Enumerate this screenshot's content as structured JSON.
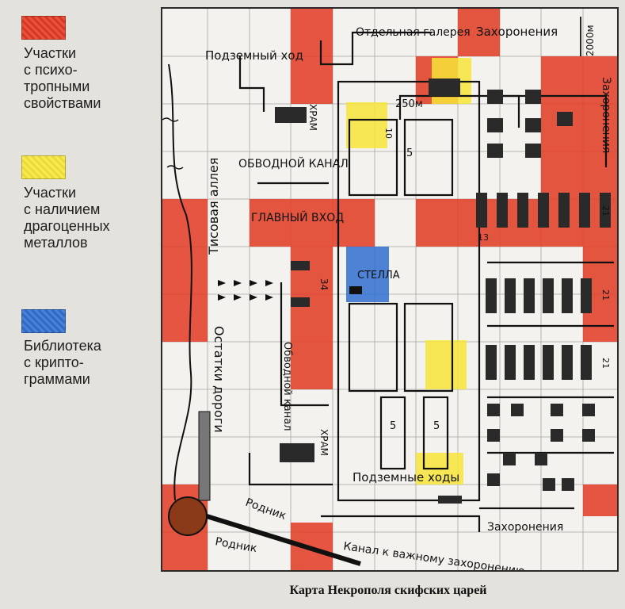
{
  "legend": {
    "items": [
      {
        "color": "#e23a22",
        "label": "Участки\nс психо-\nтропными\nсвойствами"
      },
      {
        "color": "#f7e53a",
        "label": "Участки\nс наличием\nдрагоценных\nметаллов"
      },
      {
        "color": "#2f6fd0",
        "label": "Библиотека\nс крипто-\nграммами"
      }
    ]
  },
  "map": {
    "labels": {
      "separate_gallery": "Отдельная галерея",
      "burials_top": "Захоронения",
      "scale_2000": "2000м",
      "burials_right": "Захоронения",
      "underground_passage": "Подземный ход",
      "temple_top": "ХРАМ",
      "dim_250": "250м",
      "bypass_canal_top": "ОБВОДНОЙ КАНАЛ",
      "yew_alley": "Тисовая аллея",
      "main_entrance": "ГЛАВНЫЙ ВХОД",
      "stele": "СТЕЛЛА",
      "dim_34": "34",
      "road_remains": "Остатки дороги",
      "bypass_canal_mid": "Обводной канал",
      "temple_bottom": "ХРАМ",
      "underground_passages": "Подземные ходы",
      "spring1": "Родник",
      "spring2": "Родник",
      "burials_bottom": "Захоронения",
      "canal_to_burial": "Канал к важному захоронению",
      "num_5a": "5",
      "num_5b": "5",
      "num_5c": "5",
      "num_10": "10",
      "num_21a": "21",
      "num_21b": "21",
      "num_21c": "21",
      "num_13": "13"
    }
  },
  "caption": "Карта Некрополя скифских царей"
}
